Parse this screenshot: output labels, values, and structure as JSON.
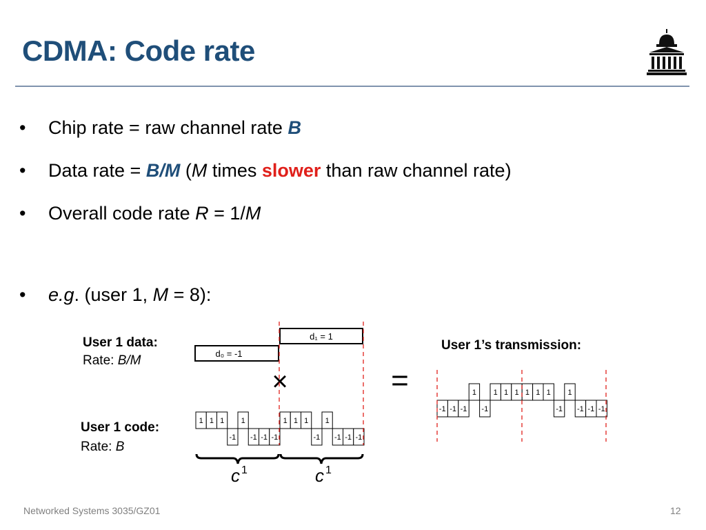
{
  "slide": {
    "title": "CDMA: Code rate",
    "footer": "Networked Systems 3035/GZ01",
    "page_number": "12"
  },
  "bullets": [
    {
      "pre": "Chip rate = raw channel rate ",
      "em": "B"
    },
    {
      "pre": "Data rate = ",
      "em": "B/M",
      "mid1": " (",
      "var": "M",
      "mid2": " times ",
      "red": "slower",
      "post": " than raw channel rate)"
    },
    {
      "pre": "Overall code rate ",
      "var1": "R",
      "mid": " = 1/",
      "var2": "M"
    },
    {
      "eg": "e.g",
      "pre": ". (user 1, ",
      "var": "M",
      "post": " = 8):"
    }
  ],
  "diagram": {
    "user_data_label": "User 1 data:",
    "user_data_rate_prefix": "Rate: ",
    "user_data_rate_var": "B/M",
    "user_code_label": "User 1 code:",
    "user_code_rate_prefix": "Rate: ",
    "user_code_rate_var": "B",
    "transmission_label": "User 1’s transmission:",
    "d0_label": "d₀ = -1",
    "d1_label": "d₁ = 1",
    "times_sign": "×",
    "equals_sign": "=",
    "code_label": "c",
    "code_superscript": "1",
    "code_chips": [
      1,
      1,
      1,
      -1,
      1,
      -1,
      -1,
      -1
    ],
    "transmission_chips": [
      -1,
      -1,
      -1,
      1,
      -1,
      1,
      1,
      1,
      1,
      1,
      1,
      -1,
      1,
      -1,
      -1,
      -1
    ],
    "dash_color": "#e0201b"
  }
}
